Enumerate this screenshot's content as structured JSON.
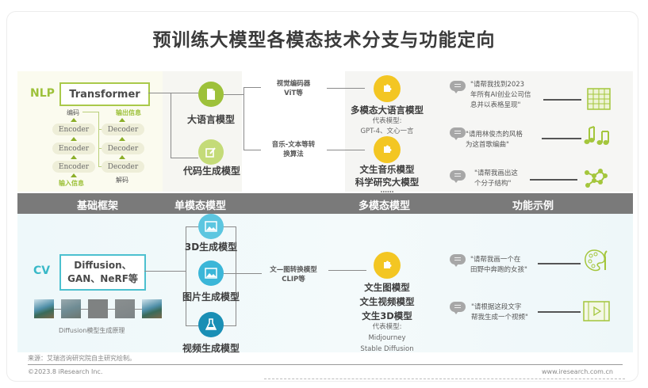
{
  "title": "预训练大模型各模态技术分支与功能定向",
  "column_headers": [
    "基础框架",
    "单模态模型",
    "多模态模型",
    "功能示例"
  ],
  "nlp": {
    "tag": "NLP",
    "framework": "Transformer",
    "encoder_label": "编码",
    "decoder_label": "解码",
    "input_label": "输入信息",
    "output_label": "输出信息",
    "encoders": [
      "Encoder",
      "Encoder",
      "Encoder"
    ],
    "decoders": [
      "Decoder",
      "Decoder",
      "Decoder"
    ],
    "single_modal": [
      {
        "label": "大语言模型",
        "icon": "document-icon",
        "color": "#9dc13a"
      },
      {
        "label": "代码生成模型",
        "icon": "edit-icon",
        "color": "#c4db78"
      }
    ],
    "bridges": [
      {
        "line1": "视觉编码器",
        "line2": "ViT等"
      },
      {
        "line1": "音乐-文本等转",
        "line2": "换算法"
      }
    ],
    "multi_modal": [
      {
        "title": "多模态大语言模型",
        "sub1": "代表模型:",
        "sub2": "GPT-4、文心一言"
      },
      {
        "title": "文生音乐模型",
        "title2": "科学研究大模型",
        "ellipsis": "……"
      }
    ],
    "examples": [
      {
        "text1": "\"请帮我找到2023",
        "text2": "年所有AI创业公司信",
        "text3": "息并以表格呈现\"",
        "icon": "table-icon"
      },
      {
        "text1": "\"请用林俊杰的风格",
        "text2": "为这首歌编曲\"",
        "icon": "music-notes-icon"
      },
      {
        "text1": "\"请帮我画出这",
        "text2": "个分子结构\"",
        "icon": "molecule-icon"
      }
    ]
  },
  "cv": {
    "tag": "CV",
    "framework_line1": "Diffusion、",
    "framework_line2": "GAN、NeRF等",
    "diffusion_caption": "Diffusion模型生成原理",
    "single_modal": [
      {
        "label": "3D生成模型",
        "icon": "image-icon",
        "color": "#5cc6e0"
      },
      {
        "label": "图片生成模型",
        "icon": "image-icon",
        "color": "#3bb6d8"
      },
      {
        "label": "视频生成模型",
        "icon": "flask-icon",
        "color": "#1a8fb5"
      }
    ],
    "bridge": {
      "line1": "文—图转换模型",
      "line2": "CLIP等"
    },
    "multi_modal": {
      "titles": [
        "文生图模型",
        "文生视频模型",
        "文生3D模型"
      ],
      "sub": [
        "代表模型:",
        "Midjourney",
        "Stable Diffusion"
      ]
    },
    "examples": [
      {
        "text1": "\"请帮我画一个在",
        "text2": "田野中奔跑的女孩\"",
        "icon": "palette-icon"
      },
      {
        "text1": "\"请根据这段文字",
        "text2": "帮我生成一个视频\"",
        "icon": "video-icon"
      }
    ]
  },
  "footer": {
    "source": "来源：艾瑞咨询研究院自主研究绘制。",
    "copyright": "©2023.8 iResearch Inc.",
    "website": "www.iresearch.com.cn"
  },
  "colors": {
    "nlp_green": "#9dc13a",
    "cv_teal": "#39b9c8",
    "multi_yellow": "#f3c623",
    "header_gray": "#7a7a7a"
  }
}
